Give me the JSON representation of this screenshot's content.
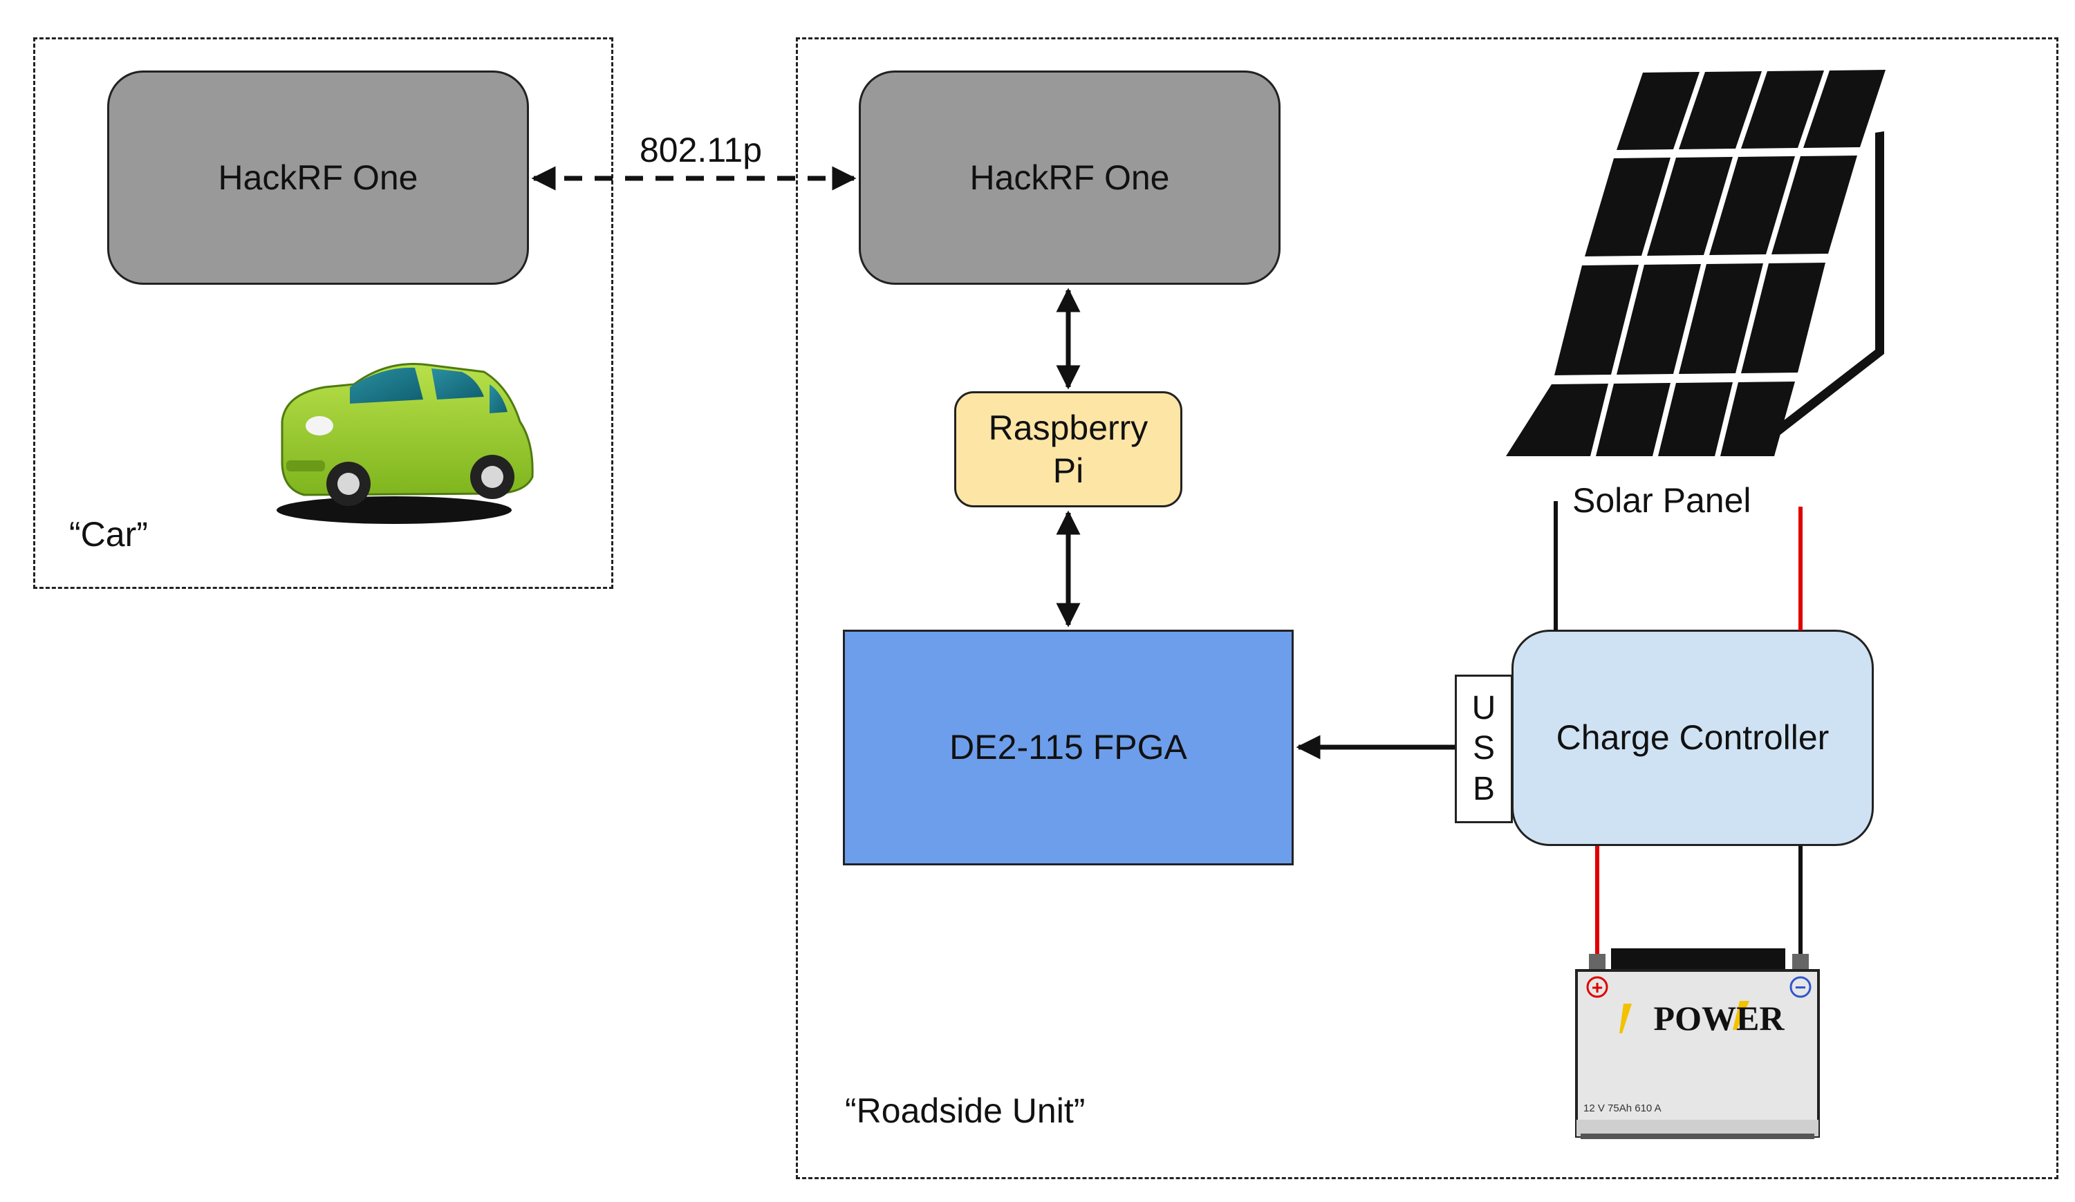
{
  "groups": {
    "car": {
      "label": "“Car”"
    },
    "roadside": {
      "label": "“Roadside Unit”"
    }
  },
  "nodes": {
    "hackrf_car": "HackRF One",
    "hackrf_rsu": "HackRF One",
    "raspberry_pi_line1": "Raspberry",
    "raspberry_pi_line2": "Pi",
    "fpga": "DE2-115 FPGA",
    "charge_controller": "Charge Controller",
    "usb": [
      "U",
      "S",
      "B"
    ],
    "solar_panel": "Solar Panel"
  },
  "links": {
    "wireless": "802.11p"
  },
  "battery": {
    "brand": "POWER",
    "spec": "12 V 75Ah 610 A",
    "plus": "+",
    "minus": "−"
  },
  "colors": {
    "hackrf": "#999999",
    "raspberry_pi": "#fde5a6",
    "fpga": "#6d9eeb",
    "charge_controller": "#cfe2f3",
    "positive_wire": "#e00000",
    "negative_wire": "#111111",
    "car_body": "#9ccc2c",
    "battery_case": "#e6e6e6"
  }
}
